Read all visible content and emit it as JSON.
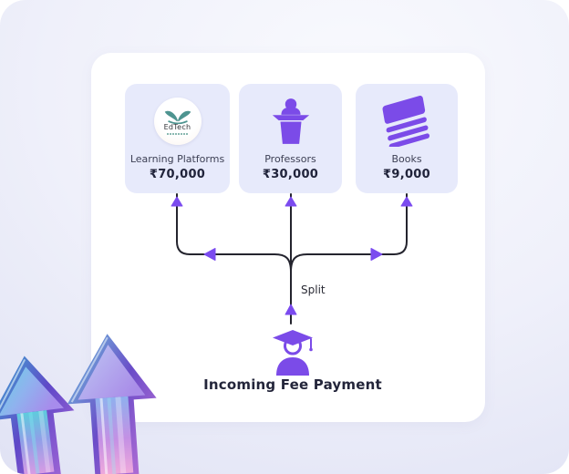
{
  "theme": {
    "accent_purple": "#7B4BEF",
    "icon_purple": "#7B4BE8",
    "flow_line_color": "#24242E",
    "panel_bg": "#FFFFFF",
    "card_bg": "#E7EAFB",
    "background_lavender": "#E4E6F6",
    "logo_teal": "#4E9490"
  },
  "diagram": {
    "source": {
      "label": "Incoming Fee Payment",
      "icon": "graduate-student-icon"
    },
    "split_label": "Split",
    "destinations": [
      {
        "label": "Learning Platforms",
        "amount": "₹70,000",
        "icon": "edtech-logo",
        "logo_text": "EdTech"
      },
      {
        "label": "Professors",
        "amount": "₹30,000",
        "icon": "professor-podium-icon"
      },
      {
        "label": "Books",
        "amount": "₹9,000",
        "icon": "books-stack-icon"
      }
    ]
  },
  "decor": {
    "icon": "glass-growth-arrows"
  }
}
